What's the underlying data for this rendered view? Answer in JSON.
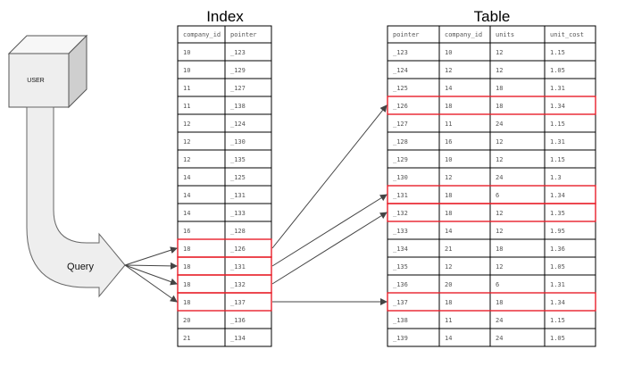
{
  "user_label": "USER",
  "query_label": "Query",
  "index": {
    "title": "Index",
    "columns": [
      "company_id",
      "pointer"
    ],
    "rows": [
      [
        "10",
        "_123"
      ],
      [
        "10",
        "_129"
      ],
      [
        "11",
        "_127"
      ],
      [
        "11",
        "_138"
      ],
      [
        "12",
        "_124"
      ],
      [
        "12",
        "_130"
      ],
      [
        "12",
        "_135"
      ],
      [
        "14",
        "_125"
      ],
      [
        "14",
        "_131"
      ],
      [
        "14",
        "_133"
      ],
      [
        "16",
        "_128"
      ],
      [
        "18",
        "_126"
      ],
      [
        "18",
        "_131"
      ],
      [
        "18",
        "_132"
      ],
      [
        "18",
        "_137"
      ],
      [
        "20",
        "_136"
      ],
      [
        "21",
        "_134"
      ]
    ],
    "highlighted_rows": [
      11,
      12,
      13,
      14
    ]
  },
  "table": {
    "title": "Table",
    "columns": [
      "pointer",
      "company_id",
      "units",
      "unit_cost"
    ],
    "rows": [
      [
        "_123",
        "10",
        "12",
        "1.15"
      ],
      [
        "_124",
        "12",
        "12",
        "1.05"
      ],
      [
        "_125",
        "14",
        "18",
        "1.31"
      ],
      [
        "_126",
        "18",
        "18",
        "1.34"
      ],
      [
        "_127",
        "11",
        "24",
        "1.15"
      ],
      [
        "_128",
        "16",
        "12",
        "1.31"
      ],
      [
        "_129",
        "10",
        "12",
        "1.15"
      ],
      [
        "_130",
        "12",
        "24",
        "1.3"
      ],
      [
        "_131",
        "18",
        "6",
        "1.34"
      ],
      [
        "_132",
        "18",
        "12",
        "1.35"
      ],
      [
        "_133",
        "14",
        "12",
        "1.95"
      ],
      [
        "_134",
        "21",
        "18",
        "1.36"
      ],
      [
        "_135",
        "12",
        "12",
        "1.05"
      ],
      [
        "_136",
        "20",
        "6",
        "1.31"
      ],
      [
        "_137",
        "18",
        "18",
        "1.34"
      ],
      [
        "_138",
        "11",
        "24",
        "1.15"
      ],
      [
        "_139",
        "14",
        "24",
        "1.05"
      ]
    ],
    "highlighted_rows": [
      3,
      8,
      9,
      14
    ]
  },
  "pointer_links": [
    {
      "index_row": 11,
      "table_row": 3
    },
    {
      "index_row": 12,
      "table_row": 8
    },
    {
      "index_row": 13,
      "table_row": 9
    },
    {
      "index_row": 14,
      "table_row": 14
    }
  ],
  "colors": {
    "highlight": "#e8202a",
    "grid": "#000000",
    "arrow": "#444444",
    "cube_front": "#eeeeee",
    "cube_top": "#f7f7f7",
    "cube_side": "#cfcfcf",
    "query_arrow_fill": "#eeeeee"
  }
}
